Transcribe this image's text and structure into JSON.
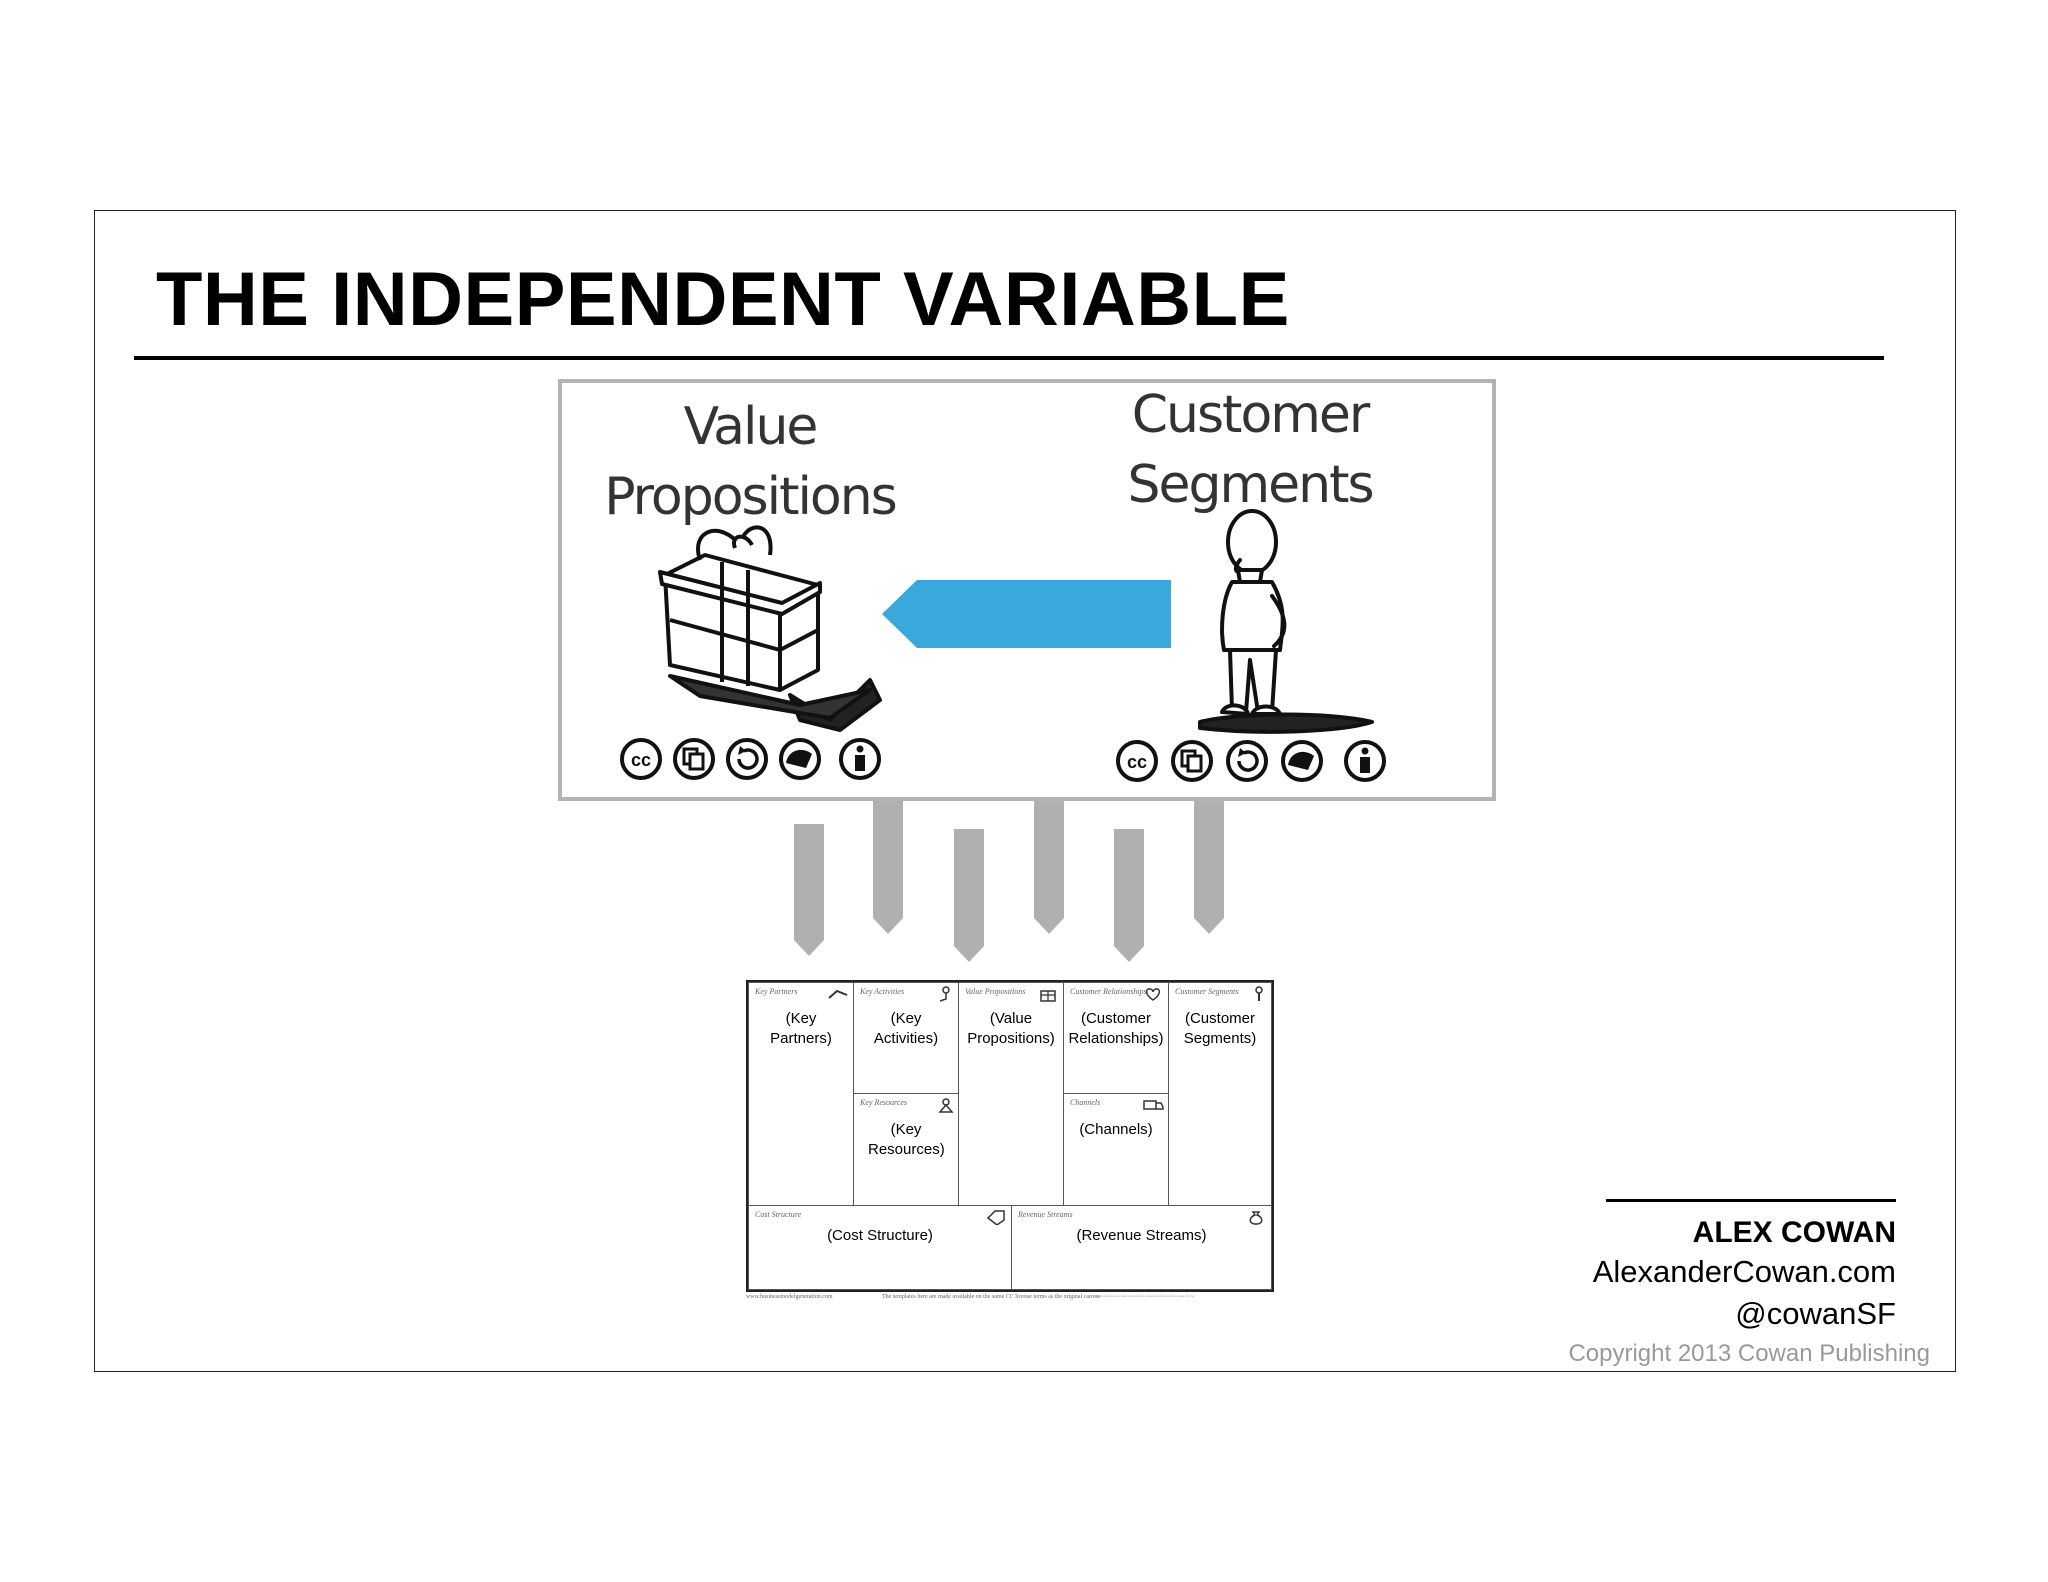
{
  "title": "THE INDEPENDENT VARIABLE",
  "diagram": {
    "value_propositions_label_line1": "Value",
    "value_propositions_label_line2": "Propositions",
    "customer_segments_label_line1": "Customer",
    "customer_segments_label_line2": "Segments",
    "arrow_color": "#3aa8da",
    "connector_color": "#b0b0b0",
    "license_icons": [
      "cc-icon",
      "share-icon",
      "remix-icon",
      "noncommercial-icon",
      "attribution-icon"
    ],
    "license_icon_text": "cc"
  },
  "canvas": {
    "key_partners_header": "Key Partners",
    "key_partners": "(Key Partners)",
    "key_activities_header": "Key Activities",
    "key_activities": "(Key Activities)",
    "key_resources_header": "Key Resources",
    "key_resources": "(Key Resources)",
    "value_propositions_header": "Value Propositions",
    "value_propositions": "(Value Propositions)",
    "customer_relationships_header": "Customer Relationships",
    "customer_relationships": "(Customer Relationships)",
    "channels_header": "Channels",
    "channels": "(Channels)",
    "customer_segments_header": "Customer Segments",
    "customer_segments": "(Customer Segments)",
    "cost_structure_header": "Cost Structure",
    "cost_structure": "(Cost Structure)",
    "revenue_streams_header": "Revenue Streams",
    "revenue_streams": "(Revenue Streams)",
    "footer_left": "www.businessmodelgeneration.com",
    "footer_mid": "The templates here are made available on the same CC license terms as the original canvas",
    "footer_right": "This work is licensed under the Creative Commons Attribution-Share Alike 3.0 Unported License."
  },
  "author": {
    "name": "ALEX COWAN",
    "site": "AlexanderCowan.com",
    "handle": "@cowanSF",
    "copyright": "Copyright 2013 Cowan Publishing"
  }
}
